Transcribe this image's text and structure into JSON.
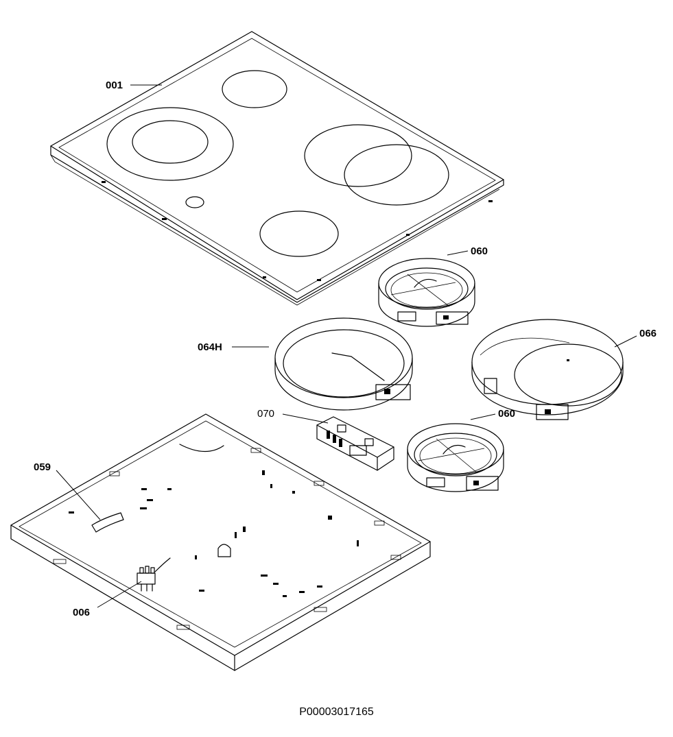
{
  "parts": [
    {
      "id": "glass_top",
      "label": "001"
    },
    {
      "id": "heater_small_upper",
      "label": "060"
    },
    {
      "id": "heater_large",
      "label": "064H"
    },
    {
      "id": "heater_oval",
      "label": "066"
    },
    {
      "id": "control_unit",
      "label": "070"
    },
    {
      "id": "heater_small_lower",
      "label": "060"
    },
    {
      "id": "strip",
      "label": "059"
    },
    {
      "id": "terminal_block",
      "label": "006"
    }
  ],
  "drawing_number": "P00003017165"
}
